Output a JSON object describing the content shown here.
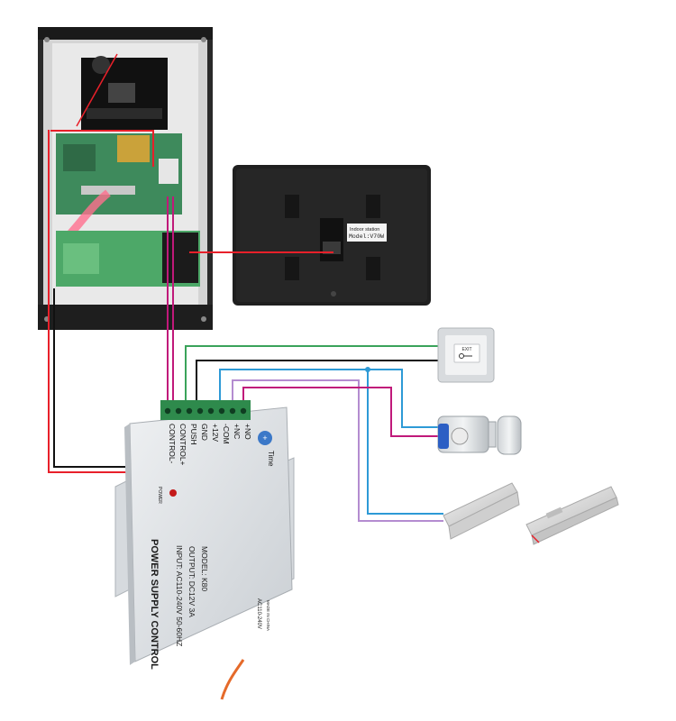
{
  "monitor": {
    "label_line1": "Indoor station",
    "label_line2": "Model:V70W"
  },
  "power_supply": {
    "title": "POWER SUPPLY CONTROL",
    "input": "INPUT: AC110-240V 50-60HZ",
    "output": "OUTPUT: DC12V  3A",
    "model": "MODEL: K80",
    "power_led_label": "POWER",
    "time_label": "Time",
    "ac_label": "AC110-240V",
    "made_in": "MADE IN CHINA",
    "terminals": [
      "CONTROL-",
      "CONTROL+",
      "PUSH",
      "GND",
      "+12V",
      "-COM",
      "+NC",
      "+NO"
    ]
  },
  "exit_button": {
    "label": "EXIT"
  },
  "wire_colors": {
    "red": "#e8202a",
    "black": "#111111",
    "magenta": "#c0197a",
    "green": "#3aa35a",
    "blue": "#2d9ad6",
    "lilac": "#b48cd0"
  }
}
